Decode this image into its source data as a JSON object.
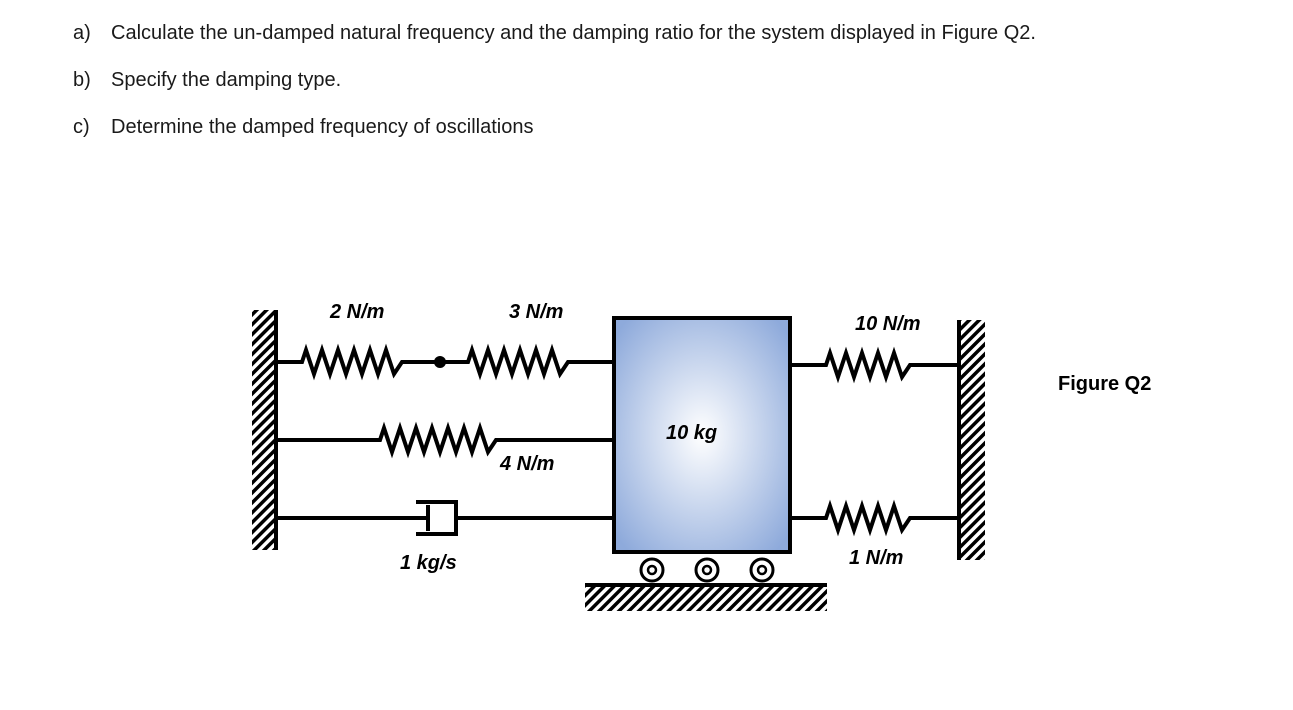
{
  "questions": [
    {
      "label": "a)",
      "text": "Calculate the un-damped natural frequency and the damping ratio for the system displayed in Figure Q2."
    },
    {
      "label": "b)",
      "text": "Specify the damping type."
    },
    {
      "label": "c)",
      "text": "Determine the damped frequency of oscillations"
    }
  ],
  "figure": {
    "caption": "Figure Q2",
    "mass_label": "10 kg",
    "spring_top_left": "2 N/m",
    "spring_top_middle": "3 N/m",
    "spring_middle": "4 N/m",
    "damper": "1 kg/s",
    "spring_right_top": "10 N/m",
    "spring_right_bottom": "1 N/m"
  },
  "colors": {
    "mass_center": "#ffffff",
    "mass_edge": "#8eaadb",
    "line": "#000000"
  }
}
